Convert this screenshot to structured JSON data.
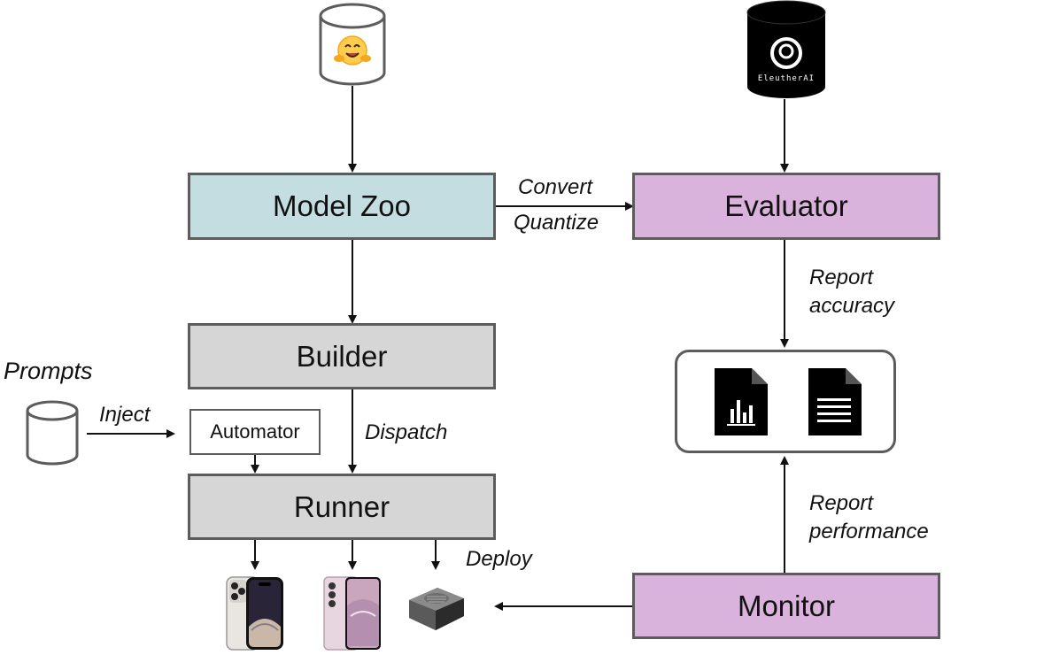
{
  "boxes": {
    "model_zoo": "Model Zoo",
    "evaluator": "Evaluator",
    "builder": "Builder",
    "automator": "Automator",
    "runner": "Runner",
    "monitor": "Monitor"
  },
  "labels": {
    "convert": "Convert",
    "quantize": "Quantize",
    "report_accuracy_1": "Report",
    "report_accuracy_2": "accuracy",
    "prompts": "Prompts",
    "inject": "Inject",
    "dispatch": "Dispatch",
    "report_performance_1": "Report",
    "report_performance_2": "performance",
    "deploy": "Deploy"
  },
  "sources": {
    "eleuther_logo_text": "EleutherAI"
  },
  "colors": {
    "teal": "#c3dde0",
    "purple": "#d9b3dc",
    "grey": "#d6d6d6",
    "border": "#5c5c5c"
  }
}
